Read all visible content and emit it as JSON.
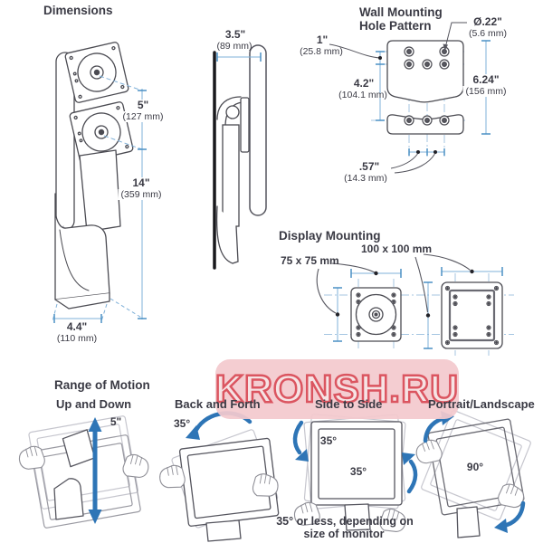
{
  "watermark": {
    "text": "KRONSH.RU"
  },
  "colors": {
    "ink": "#3a3a44",
    "dimension_blue": "#7fb0d8",
    "tick_blue": "#4a90c4",
    "arrow_blue": "#2e75b6",
    "watermark_pink": "#f3c9ce",
    "watermark_red": "#db5560"
  },
  "dimensions": {
    "title": "Dimensions",
    "travel": {
      "in": "5\"",
      "mm": "(127 mm)"
    },
    "height": {
      "in": "14\"",
      "mm": "(359 mm)"
    },
    "width": {
      "in": "4.4\"",
      "mm": "(110 mm)"
    },
    "depth": {
      "in": "3.5\"",
      "mm": "(89 mm)"
    }
  },
  "wall_pattern": {
    "title1": "Wall Mounting",
    "title2": "Hole Pattern",
    "hole_dia": {
      "in": "Ø.22\"",
      "mm": "(5.6 mm)"
    },
    "row_gap": {
      "in": "1\"",
      "mm": "(25.8 mm)"
    },
    "span": {
      "in": "4.2\"",
      "mm": "(104.1 mm)"
    },
    "total": {
      "in": "6.24\"",
      "mm": "(156 mm)"
    },
    "spacing": {
      "in": ".57\"",
      "mm": "(14.3 mm)"
    }
  },
  "display_mounting": {
    "title": "Display Mounting",
    "vesa75": "75 x 75 mm",
    "vesa100": "100 x 100 mm"
  },
  "range_of_motion": {
    "title": "Range of Motion",
    "up_down": {
      "label": "Up and Down",
      "value": "5\""
    },
    "back_forth": {
      "label": "Back and Forth",
      "value": "35°"
    },
    "side_side": {
      "label": "Side to Side",
      "value_left": "35°",
      "value_right": "35°",
      "note1": "35° or less, depending on",
      "note2": "size of monitor"
    },
    "portrait_landscape": {
      "label": "Portrait/Landscape",
      "value": "90°"
    }
  }
}
